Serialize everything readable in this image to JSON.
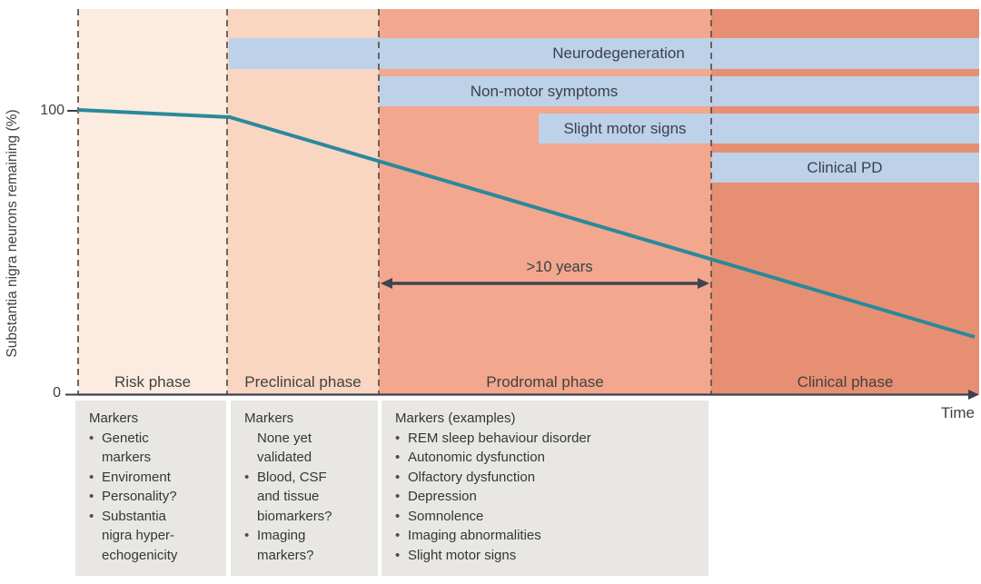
{
  "y_axis": {
    "label": "Substantia nigra neurons remaining (%)",
    "tick_top": "100",
    "tick_bottom": "0"
  },
  "x_axis": {
    "label": "Time"
  },
  "annotation": {
    "duration": ">10 years"
  },
  "phases": [
    {
      "label": "Risk phase"
    },
    {
      "label": "Preclinical phase"
    },
    {
      "label": "Prodromal phase"
    },
    {
      "label": "Clinical phase"
    }
  ],
  "bars": [
    {
      "label": "Neurodegeneration"
    },
    {
      "label": "Non-motor symptoms"
    },
    {
      "label": "Slight motor signs"
    },
    {
      "label": "Clinical PD"
    }
  ],
  "marker_boxes": [
    {
      "heading": "Markers",
      "items": [
        {
          "text": "Genetic markers",
          "bullet": true
        },
        {
          "text": "Enviroment",
          "bullet": true
        },
        {
          "text": "Personality?",
          "bullet": true
        },
        {
          "text": "Substantia nigra hyper-echogenicity",
          "bullet": true
        }
      ]
    },
    {
      "heading": "Markers",
      "items": [
        {
          "text": "None yet validated",
          "bullet": false
        },
        {
          "text": "Blood, CSF and tissue biomarkers?",
          "bullet": true
        },
        {
          "text": "Imaging markers?",
          "bullet": true
        }
      ]
    },
    {
      "heading": "Markers (examples)",
      "items": [
        {
          "text": "REM sleep behaviour disorder",
          "bullet": true
        },
        {
          "text": "Autonomic dysfunction",
          "bullet": true
        },
        {
          "text": "Olfactory dysfunction",
          "bullet": true
        },
        {
          "text": "Depression",
          "bullet": true
        },
        {
          "text": "Somnolence",
          "bullet": true
        },
        {
          "text": "Imaging abnormalities",
          "bullet": true
        },
        {
          "text": "Slight motor signs",
          "bullet": true
        }
      ]
    }
  ],
  "colors": {
    "risk_bg": "#fcebdf",
    "preclinical_bg": "#f8d6c2",
    "prodromal_bg": "#f2a78e",
    "clinical_bg": "#e78f73",
    "symptom_bar_bg": "#bdd1e8",
    "neuron_line": "#29899b",
    "axis_dark": "#3b414c",
    "dashed_boundary": "#5f574f",
    "marker_box_bg": "#e9e7e3"
  },
  "chart_data": {
    "type": "line",
    "title": "",
    "xlabel": "Time",
    "ylabel": "Substantia nigra neurons remaining (%)",
    "ylim": [
      0,
      110
    ],
    "yticks": [
      0,
      100
    ],
    "grid": false,
    "legend": false,
    "series": [
      {
        "name": "Substantia nigra neurons remaining (%)",
        "x": [
          "Risk phase start",
          "Preclinical phase start",
          "Prodromal phase start",
          "Clinical phase start",
          "End of time axis"
        ],
        "values": [
          100,
          98,
          82,
          48,
          20
        ]
      }
    ],
    "phase_bands": [
      {
        "label": "Risk phase",
        "neurons_pct_at_start": 100
      },
      {
        "label": "Preclinical phase",
        "neurons_pct_at_start": 98
      },
      {
        "label": "Prodromal phase",
        "neurons_pct_at_start": 82,
        "duration_annotation": ">10 years"
      },
      {
        "label": "Clinical phase",
        "neurons_pct_at_start": 48
      }
    ],
    "overlay_bars": [
      {
        "label": "Neurodegeneration",
        "starts_at": "Preclinical phase start",
        "ends_at": "end of axis"
      },
      {
        "label": "Non-motor symptoms",
        "starts_at": "Prodromal phase start",
        "ends_at": "end of axis"
      },
      {
        "label": "Slight motor signs",
        "starts_at": "late Prodromal phase",
        "ends_at": "end of axis"
      },
      {
        "label": "Clinical PD",
        "starts_at": "Clinical phase start",
        "ends_at": "end of axis"
      }
    ],
    "annotations": [
      ">10 years"
    ]
  }
}
